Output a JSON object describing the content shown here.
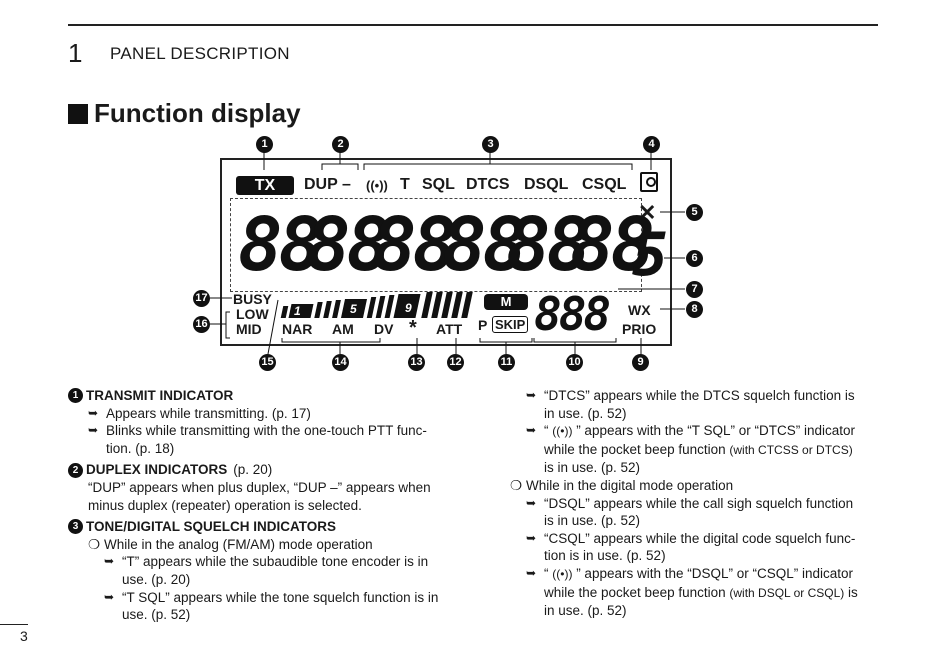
{
  "header": {
    "chapter_number": "1",
    "chapter_title": "PANEL DESCRIPTION"
  },
  "section": {
    "title": "Function display"
  },
  "display": {
    "tx": "TX",
    "dup": "DUP –",
    "beep_icon": "((•))",
    "tone_labels": [
      "T",
      "SQL",
      "DTCS",
      "DSQL",
      "CSQL"
    ],
    "digits": [
      "88",
      "88",
      "88",
      "88",
      "88",
      "88"
    ],
    "s_digit": "5",
    "busy": "BUSY",
    "low": "LOW",
    "mid": "MID",
    "bar_nums": [
      "1",
      "5",
      "9"
    ],
    "nar": "NAR",
    "am": "AM",
    "dv": "DV",
    "star": "*",
    "att": "ATT",
    "m": "M",
    "p": "P",
    "skip": "SKIP",
    "mem_digits": "888",
    "wx": "WX",
    "prio": "PRIO",
    "callouts": [
      "1",
      "2",
      "3",
      "4",
      "5",
      "6",
      "7",
      "8",
      "9",
      "10",
      "11",
      "12",
      "13",
      "14",
      "15",
      "16",
      "17"
    ]
  },
  "left_column": {
    "i1": {
      "num": "1",
      "title": "TRANSMIT INDICATOR",
      "bullets": [
        "Appears while transmitting. (p. 17)",
        "Blinks while transmitting with the one-touch PTT func-",
        "tion. (p. 18)"
      ]
    },
    "i2": {
      "num": "2",
      "title": "DUPLEX INDICATORS",
      "ref": "(p. 20)",
      "lines": [
        "“DUP” appears when plus duplex, “DUP –” appears when",
        "minus duplex (repeater) operation is selected."
      ]
    },
    "i3": {
      "num": "3",
      "title": "TONE/DIGITAL SQUELCH INDICATORS",
      "sub": "While in the analog (FM/AM) mode operation",
      "bullets": [
        "“T” appears while the subaudible tone encoder is in",
        "use. (p. 20)",
        "“T SQL” appears while the tone squelch function is in",
        "use. (p. 52)"
      ]
    }
  },
  "right_column": {
    "b1": [
      "“DTCS” appears while the DTCS squelch function is",
      "in use. (p. 52)"
    ],
    "b2a": "“ ",
    "b2icon": "((•))",
    "b2b": " ” appears with the “T SQL” or “DTCS” indicator",
    "b2c": "while the pocket beep function ",
    "b2d": "(with CTCSS or DTCS)",
    "b2e": "is in use. (p. 52)",
    "sub": "While in the digital mode operation",
    "b3": [
      "“DSQL” appears while the call sigh squelch function",
      "is in use. (p. 52)"
    ],
    "b4": [
      "“CSQL” appears while the digital code squelch func-",
      "tion is in use. (p. 52)"
    ],
    "b5a": "“ ",
    "b5icon": "((•))",
    "b5b": " ” appears with the “DSQL” or “CSQL” indicator",
    "b5c": "while the pocket beep function ",
    "b5d": "(with DSQL or CSQL)",
    "b5e": " is",
    "b5f": "in use. (p. 52)"
  },
  "page_number": "3"
}
